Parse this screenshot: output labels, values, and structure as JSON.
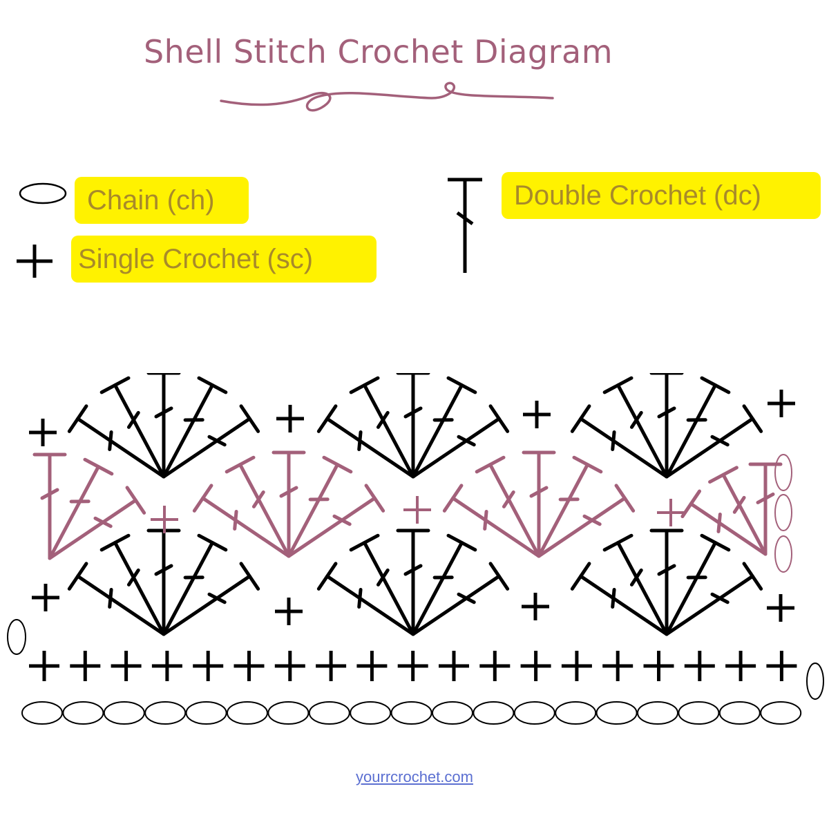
{
  "title": "Shell Stitch Crochet Diagram",
  "legend": {
    "chain": {
      "label": "Chain (ch)",
      "icon": "chain-oval-icon"
    },
    "single_crochet": {
      "label": "Single Crochet (sc)",
      "icon": "plus-sign-icon"
    },
    "double_crochet": {
      "label": "Double Crochet (dc)",
      "icon": "double-crochet-t-icon"
    }
  },
  "credit": "yourrcrochet.com",
  "colors": {
    "title": "#a3607a",
    "accent_row": "#a3607a",
    "stitch": "#000000",
    "highlight": "#fff200",
    "credit": "#5b6fd1"
  },
  "pattern": {
    "foundation_chains": 19,
    "single_crochet_row": 19,
    "shells_per_row": 3,
    "dc_per_shell": 5,
    "rows": [
      "foundation chain",
      "single crochet",
      "shell row",
      "shell row (alternate color)",
      "shell row"
    ]
  }
}
